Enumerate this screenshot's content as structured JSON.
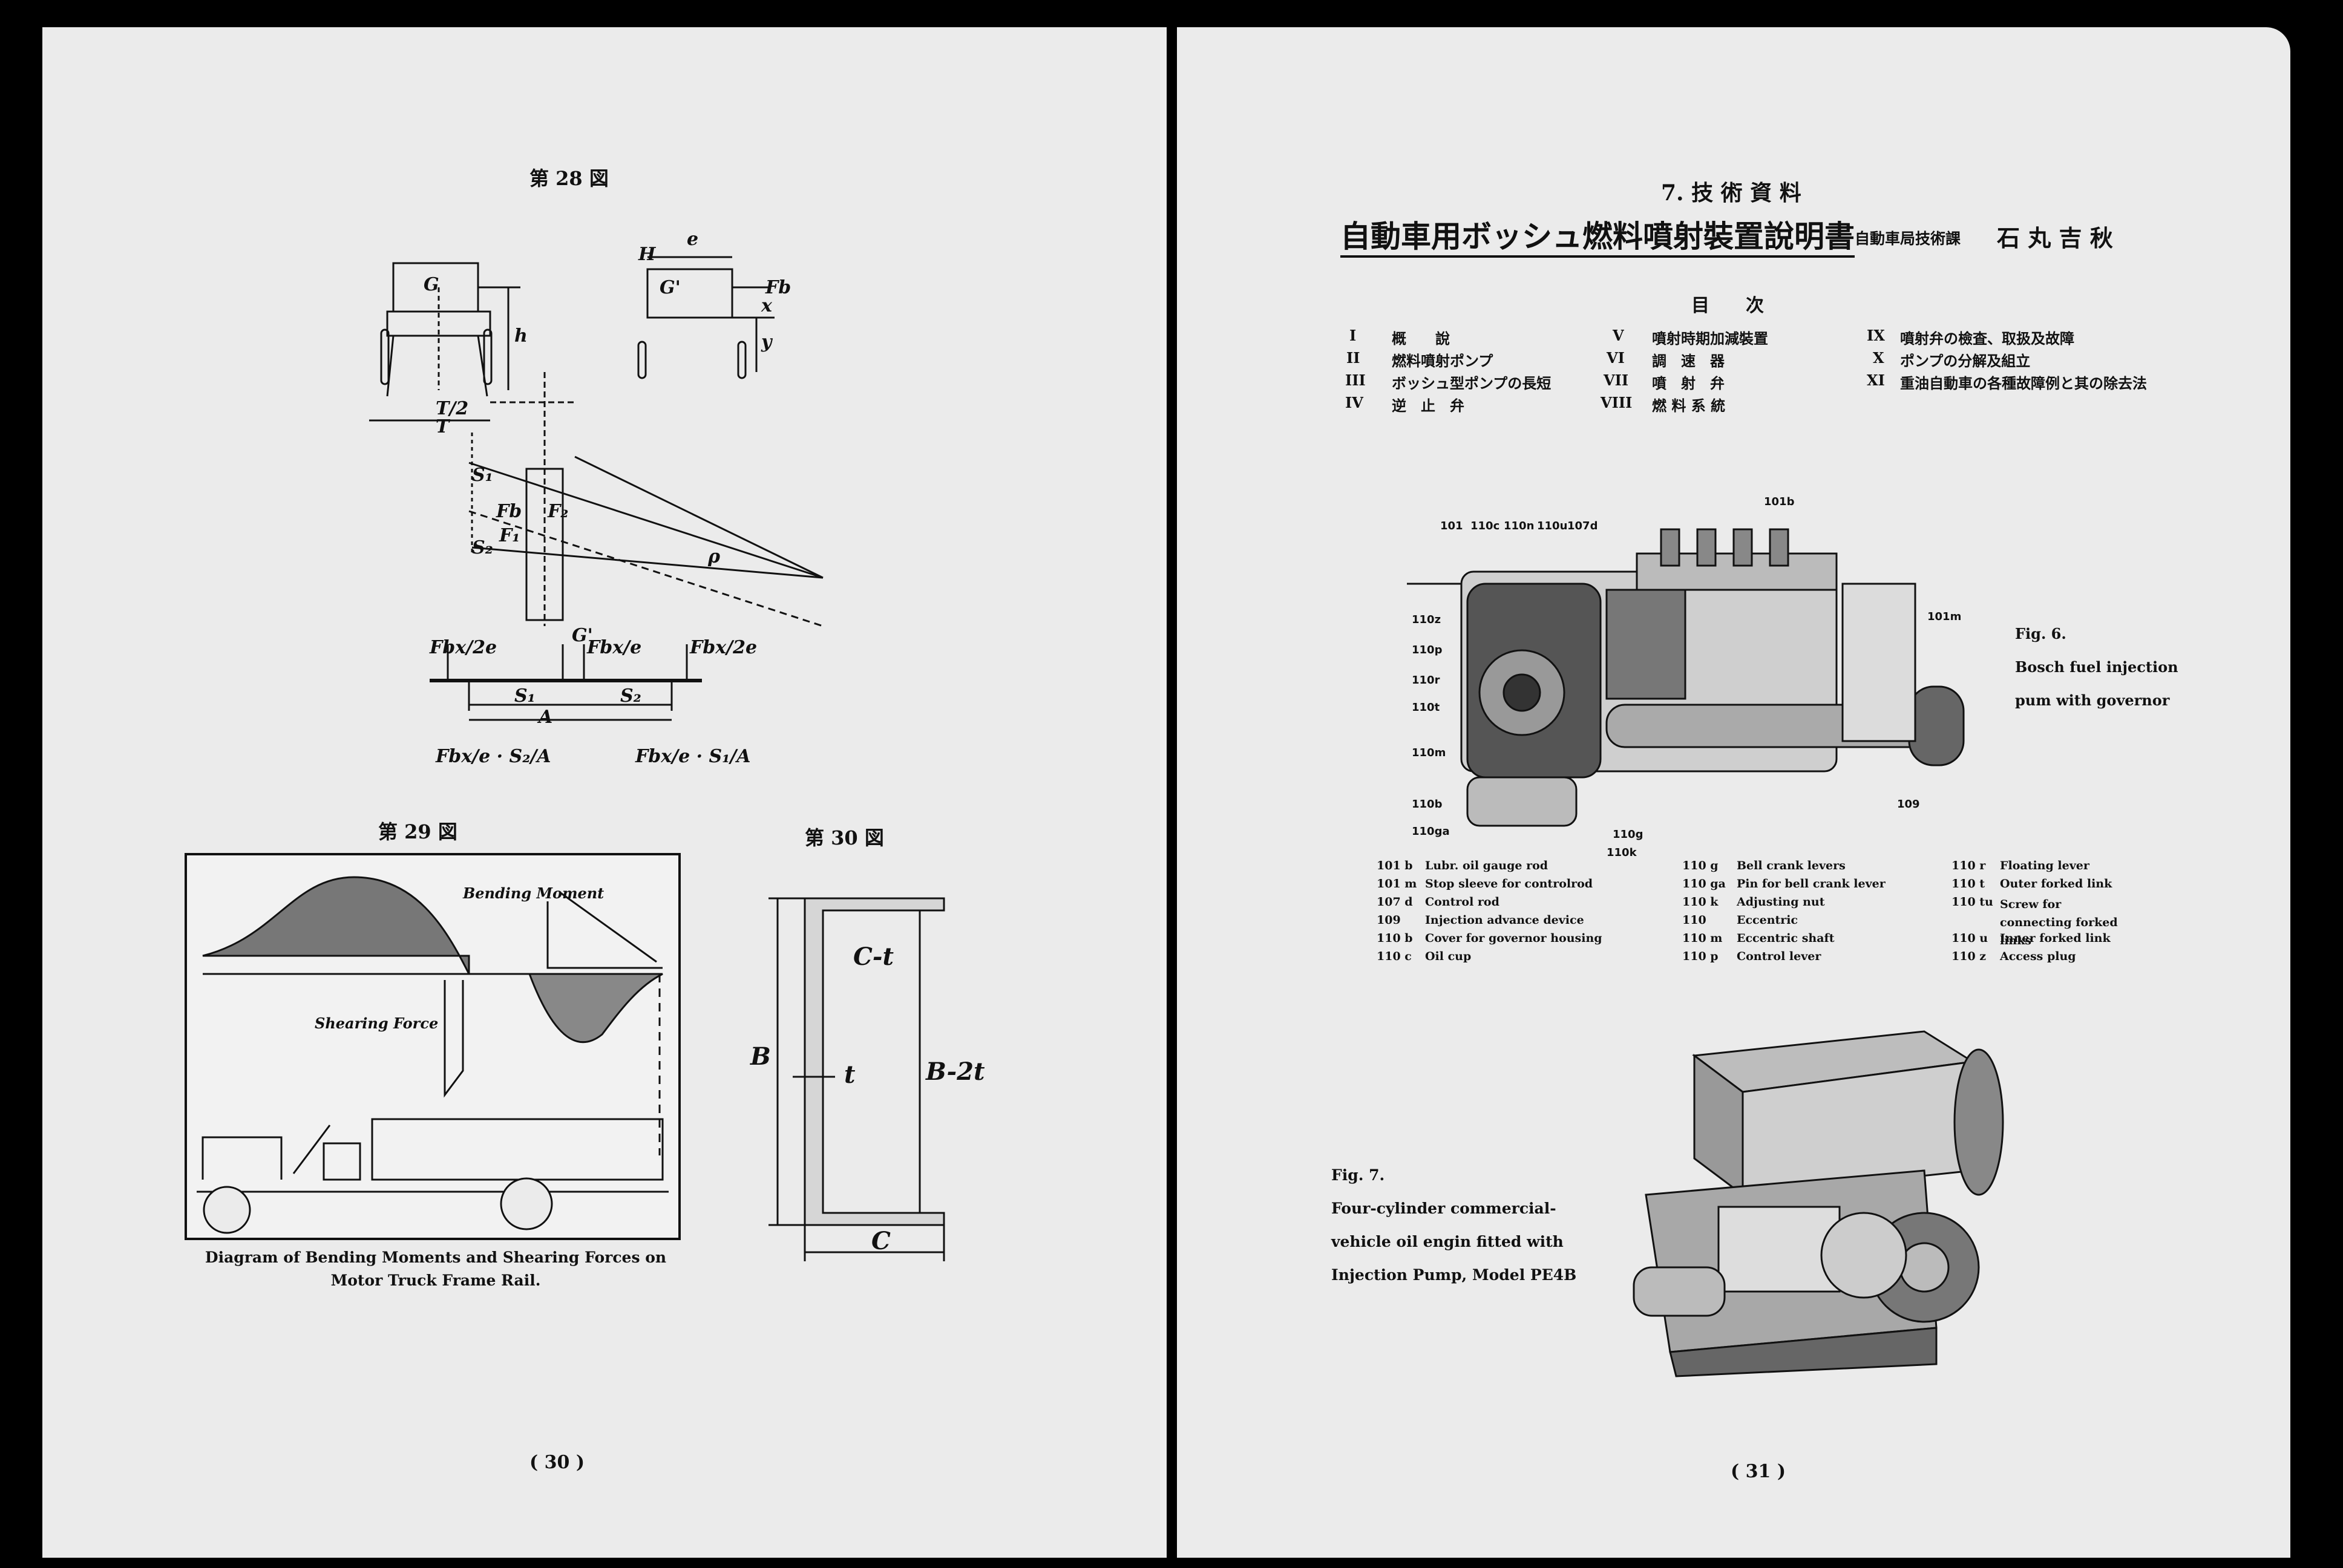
{
  "left_page": {
    "fig28": {
      "title": "第 28 図",
      "labels": {
        "G": "G",
        "Gp": "G'",
        "H": "H",
        "e": "e",
        "Fb": "Fb",
        "x": "x",
        "y": "y",
        "h": "h",
        "S1": "S₁",
        "S2": "S₂",
        "Fb2": "Fb",
        "F1": "F₁",
        "Fz": "F₂",
        "rho": "ρ",
        "T": "T",
        "T2": "T/2",
        "Fbx_2e_l": "Fbx/2e",
        "Gp2": "G'",
        "Fbx_e": "Fbx/e",
        "Fbx_2e_r": "Fbx/2e",
        "S1b": "S₁",
        "S2b": "S₂",
        "A": "A",
        "bot_left": "Fbx/e · S₂/A",
        "bot_right": "Fbx/e · S₁/A"
      }
    },
    "fig29": {
      "title": "第 29 図",
      "bending_label": "Bending Moment",
      "shearing_label": "Shearing Force",
      "caption": "Diagram of Bending Moments and Shearing Forces on Motor Truck Frame Rail."
    },
    "fig30": {
      "title": "第 30 図",
      "labels": {
        "ct": "C-t",
        "B": "B",
        "b2t": "B-2t",
        "t": "t",
        "C": "C"
      }
    },
    "page_number": "( 30 )"
  },
  "right_page": {
    "section": "7. 技 術 資 料",
    "article_title": "自動車用ボッシュ燃料噴射裝置說明書",
    "affiliation": "自動車局技術課",
    "author": "石 丸 吉 秋",
    "toc_heading": "目　　次",
    "toc": [
      [
        "I",
        "概　　說"
      ],
      [
        "II",
        "燃料噴射ポンプ"
      ],
      [
        "III",
        "ボッシュ型ポンプの長短"
      ],
      [
        "IV",
        "逆　止　弁"
      ],
      [
        "V",
        "噴射時期加減裝置"
      ],
      [
        "VI",
        "調　速　器"
      ],
      [
        "VII",
        "噴　射　弁"
      ],
      [
        "VIII",
        "燃 料 系 統"
      ],
      [
        "IX",
        "噴射弁の檢査、取扱及故障"
      ],
      [
        "X",
        "ポンプの分解及組立"
      ],
      [
        "XI",
        "重油自動車の各種故障例と其の除去法"
      ]
    ],
    "fig6": {
      "callouts": [
        "101",
        "110c",
        "110n",
        "110u",
        "107d",
        "101b",
        "101m",
        "110z",
        "110p",
        "110r",
        "110t",
        "110m",
        "110b",
        "110ga",
        "110g",
        "110k",
        "109"
      ],
      "caption": [
        "Fig. 6.",
        "Bosch fuel injection",
        "pum with governor"
      ]
    },
    "legend": [
      [
        "101 b",
        "Lubr. oil gauge rod"
      ],
      [
        "101 m",
        "Stop sleeve for controlrod"
      ],
      [
        "107 d",
        "Control rod"
      ],
      [
        "109",
        "Injection advance device"
      ],
      [
        "110 b",
        "Cover for governor housing"
      ],
      [
        "110 c",
        "Oil cup"
      ],
      [
        "110 g",
        "Bell crank levers"
      ],
      [
        "110 ga",
        "Pin for bell crank lever"
      ],
      [
        "110 k",
        "Adjusting nut"
      ],
      [
        "110",
        "Eccentric"
      ],
      [
        "110 m",
        "Eccentric shaft"
      ],
      [
        "110 p",
        "Control lever"
      ],
      [
        "110 r",
        "Floating lever"
      ],
      [
        "110 t",
        "Outer forked link"
      ],
      [
        "110 tu",
        "Screw for connecting forked links"
      ],
      [
        "110 u",
        "Inner forked link"
      ],
      [
        "110 z",
        "Access plug"
      ]
    ],
    "fig7": {
      "caption": [
        "Fig. 7.",
        "Four-cylinder commercial-vehicle oil engin fitted with Injection Pump, Model PE4B"
      ]
    },
    "page_number": "( 31 )"
  }
}
